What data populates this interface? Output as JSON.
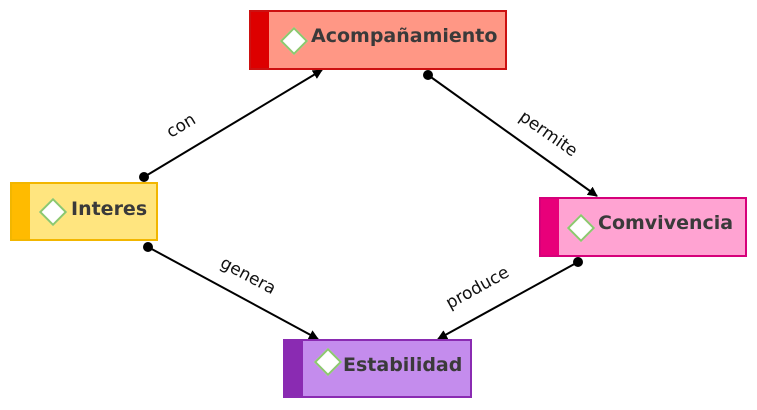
{
  "nodes": {
    "acompanamiento": {
      "label": "Acompañamiento",
      "fill": "#ff9785",
      "stripe": "#dd0000",
      "border": "#cc1111"
    },
    "interes": {
      "label": "Interes",
      "fill": "#ffe57f",
      "stripe": "#ffbb00",
      "border": "#f2b600"
    },
    "comvivencia": {
      "label": "Comvivencia",
      "fill": "#ffa3d2",
      "stripe": "#e8007a",
      "border": "#d6007a"
    },
    "estabilidad": {
      "label": "Estabilidad",
      "fill": "#c48ced",
      "stripe": "#8a2bb2",
      "border": "#8a2bb2"
    }
  },
  "edges": {
    "con": "con",
    "permite": "permite",
    "genera": "genera",
    "produce": "produce"
  }
}
